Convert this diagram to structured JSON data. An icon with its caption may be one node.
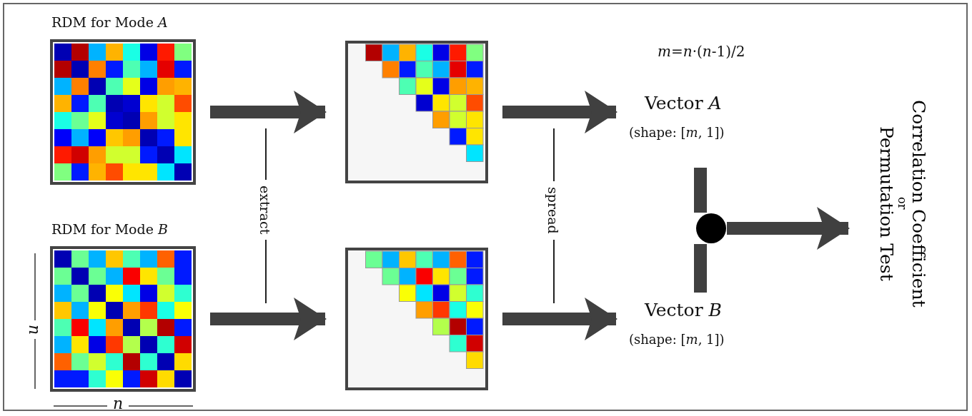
{
  "diagram": {
    "nodes": [
      {
        "text": [
          "RDM for Mode *A*"
        ]
      },
      {
        "text": [
          "RDM for Mode *B*"
        ]
      },
      {
        "text": [],
        "shape": "picture"
      },
      {
        "text": [],
        "shape": "picture"
      },
      {
        "text": [
          "Vector *A*",
          "(shape: [*m*, 1])"
        ]
      },
      {
        "text": [
          "Vector *B*",
          "(shape: [*m*, 1])"
        ]
      },
      {
        "text": [],
        "shape": "circle"
      },
      {
        "text": [
          "Correlation Coefficient",
          "or",
          "Permutation Test"
        ]
      }
    ],
    "edges": [
      {
        "from": 0,
        "to": 2,
        "arrow": "to"
      },
      {
        "from": 1,
        "to": 3,
        "arrow": "to"
      },
      {
        "from": 2,
        "to": 4,
        "arrow": "to"
      },
      {
        "from": 3,
        "to": 5,
        "arrow": "to"
      },
      {
        "from": 4,
        "to": 6,
        "arrow": "none"
      },
      {
        "from": 5,
        "to": 6,
        "arrow": "none"
      },
      {
        "from": 6,
        "to": 7,
        "arrow": "to"
      }
    ],
    "labels": [
      "*m*=*n*·(*n*-1)/2",
      "extract",
      "spread",
      "n",
      "n"
    ]
  }
}
